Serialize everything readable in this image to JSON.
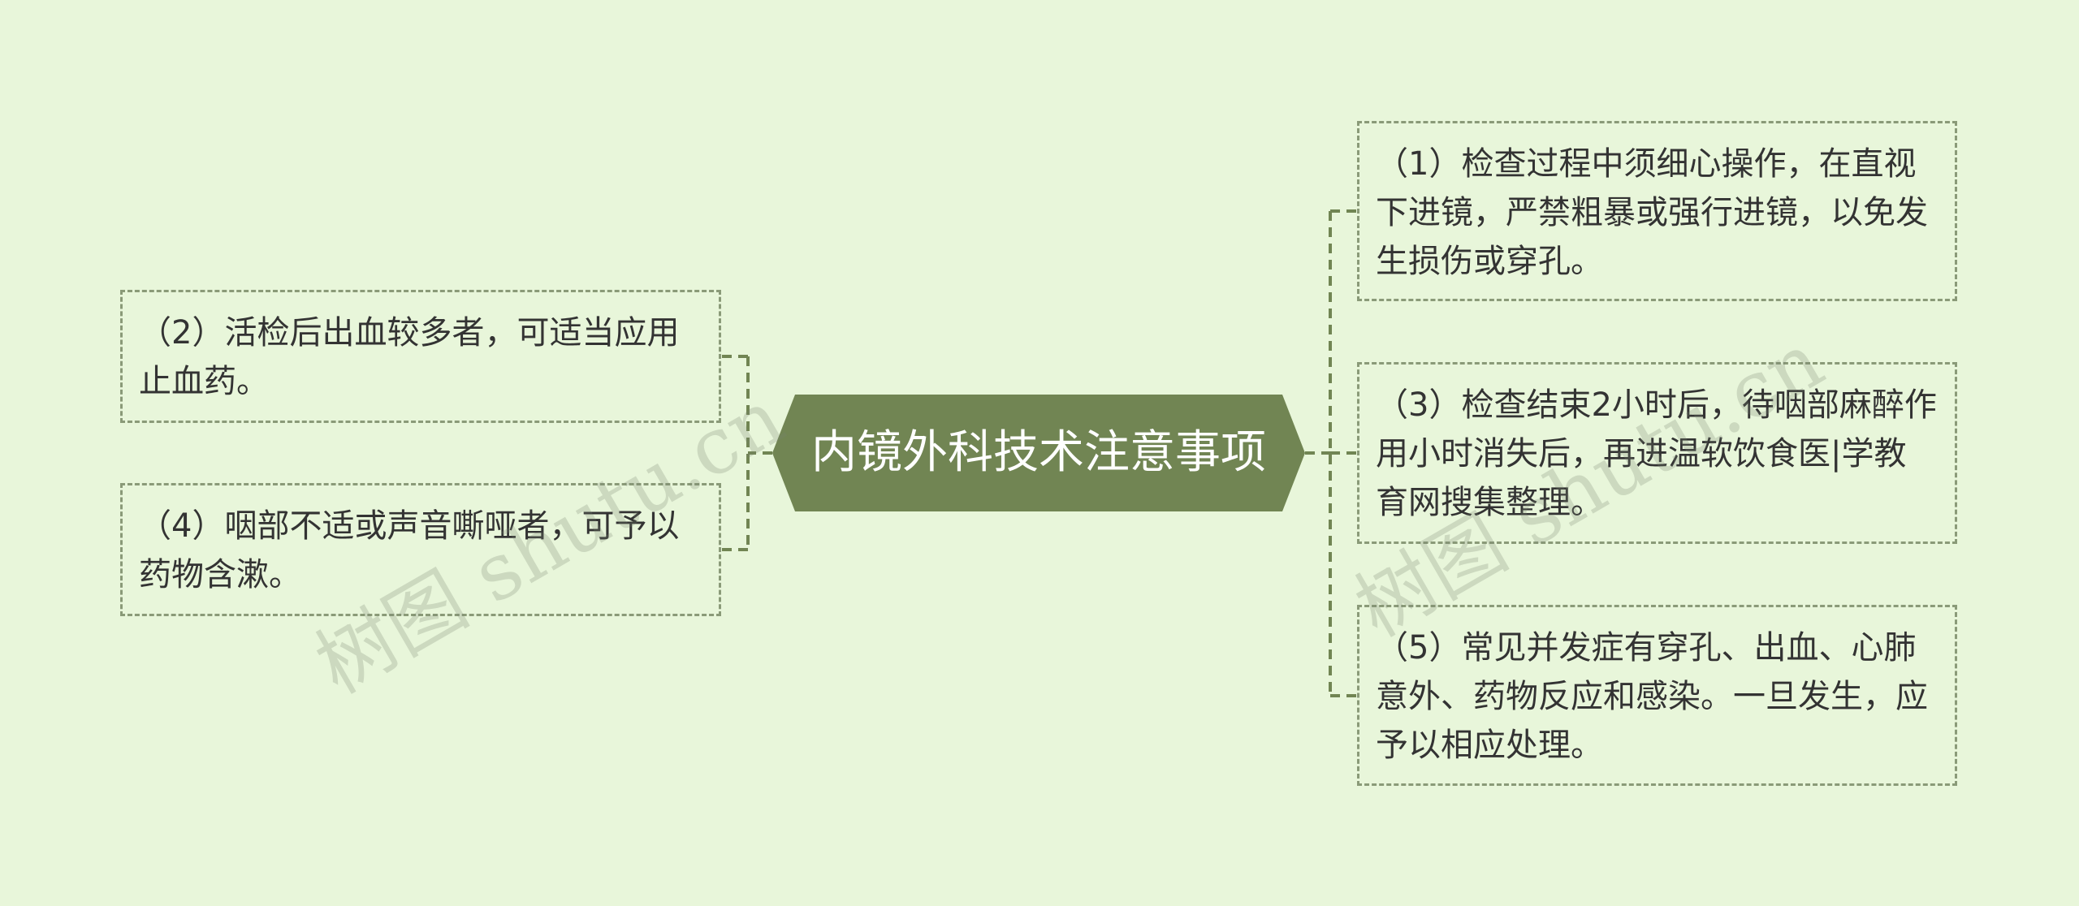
{
  "colors": {
    "background": "#e8f6da",
    "central_fill": "#718553",
    "central_text": "#ffffff",
    "connector": "#718553",
    "topic_border": "#8a9a78",
    "topic_text": "#333333"
  },
  "central": {
    "title": "内镜外科技术注意事项"
  },
  "topics": {
    "t1": "（1）检查过程中须细心操作，在直视下进镜，严禁粗暴或强行进镜，以免发生损伤或穿孔。",
    "t2": "（2）活检后出血较多者，可适当应用止血药。",
    "t3": "（3）检查结束2小时后，待咽部麻醉作用小时消失后，再进温软饮食医|学教育网搜集整理。",
    "t4": "（4）咽部不适或声音嘶哑者，可予以药物含漱。",
    "t5": "（5）常见并发症有穿孔、出血、心肺意外、药物反应和感染。一旦发生，应予以相应处理。"
  },
  "watermark": "树图 shutu.cn"
}
